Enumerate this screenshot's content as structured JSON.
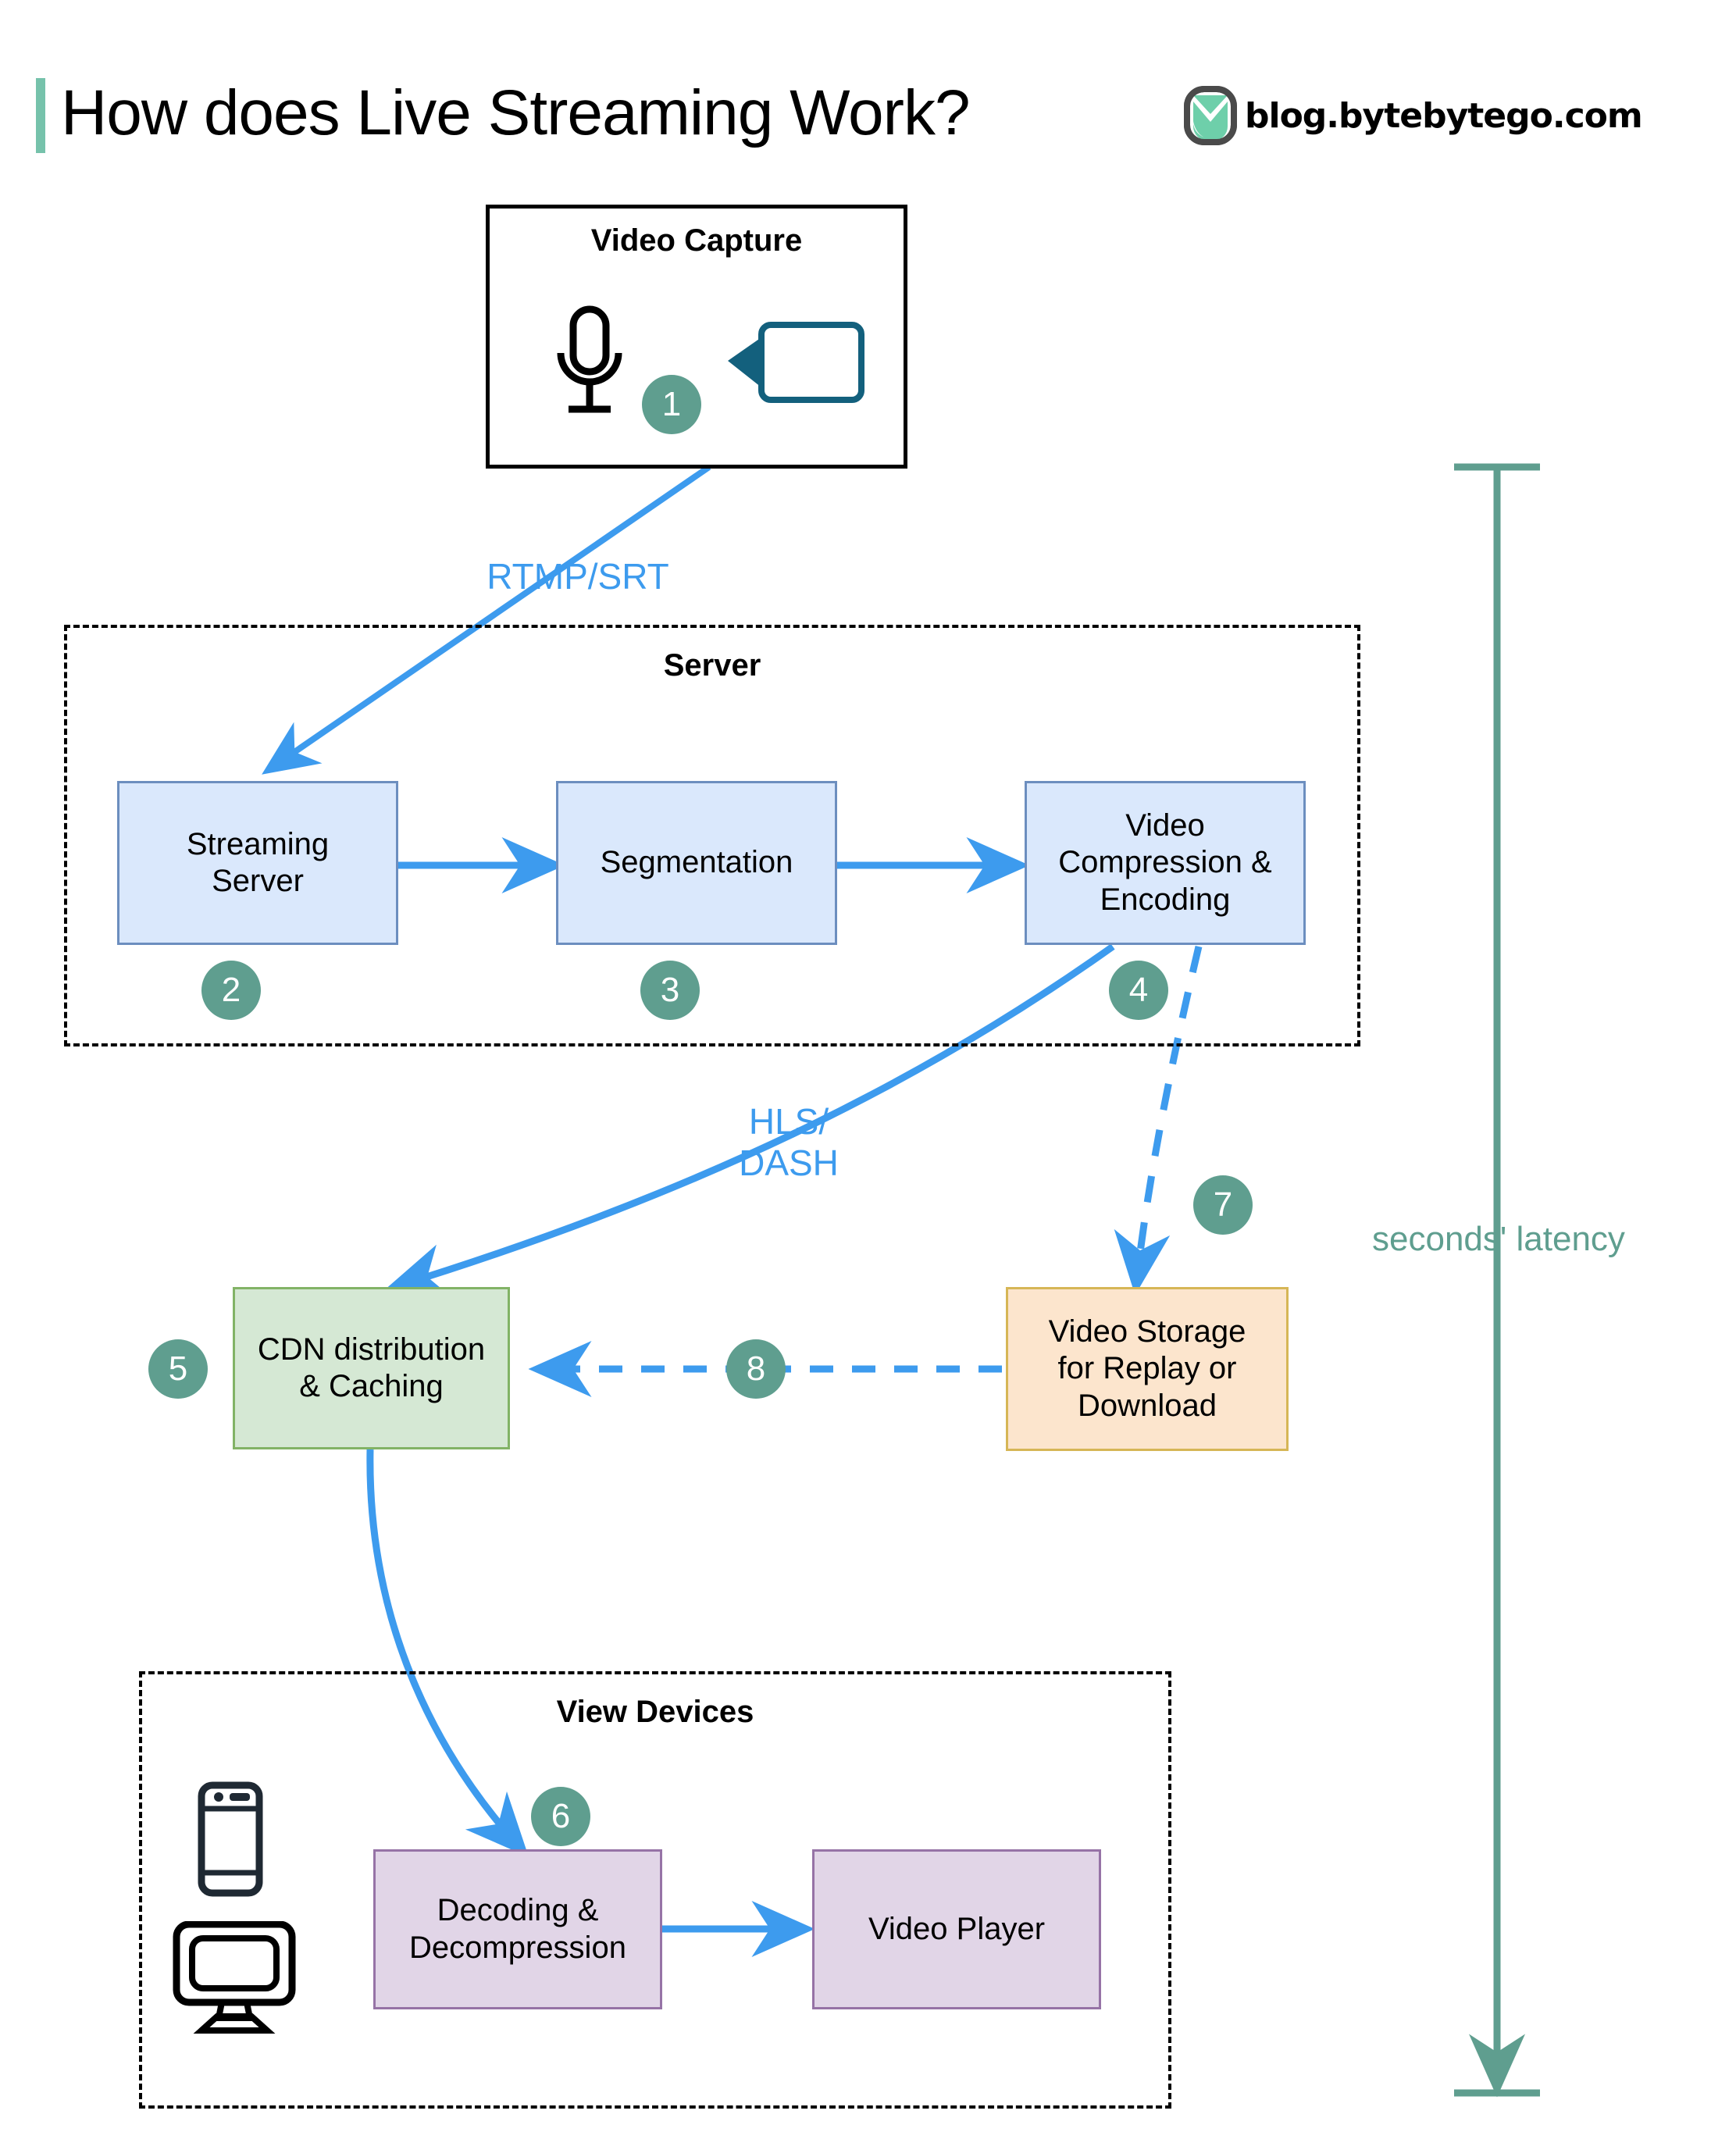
{
  "header": {
    "title": "How does Live Streaming Work?",
    "brand_text": "blog.bytebytego.com",
    "accent_color": "#76c2ab",
    "logo_name": "bytebytego-logo"
  },
  "colors": {
    "badge": "#5f9e8f",
    "flow_arrow": "#3d9bee",
    "latency": "#5f9e8f",
    "blue_fill": "#dae8fc",
    "blue_stroke": "#6c8ebf",
    "green_fill": "#d5e8d4",
    "green_stroke": "#82b366",
    "orange_fill": "#fce5cd",
    "orange_stroke": "#d6b656",
    "purple_fill": "#e1d5e7",
    "purple_stroke": "#9673a6"
  },
  "groups": {
    "capture": {
      "label": "Video Capture"
    },
    "server": {
      "label": "Server"
    },
    "view_devices": {
      "label": "View Devices"
    }
  },
  "nodes": {
    "streaming_server": "Streaming\nServer",
    "segmentation": "Segmentation",
    "video_compression": "Video\nCompression &\nEncoding",
    "cdn": "CDN distribution\n& Caching",
    "video_storage": "Video Storage\nfor Replay or\nDownload",
    "decoding": "Decoding &\nDecompression",
    "video_player": "Video Player"
  },
  "steps": {
    "s1": "1",
    "s2": "2",
    "s3": "3",
    "s4": "4",
    "s5": "5",
    "s6": "6",
    "s7": "7",
    "s8": "8"
  },
  "edges": {
    "rtmp": "RTMP/SRT",
    "hls": "HLS/\nDASH"
  },
  "latency": {
    "label": "seconds' latency"
  },
  "icons": {
    "microphone": "microphone-icon",
    "camcorder": "camcorder-icon",
    "phone": "mobile-phone-icon",
    "monitor": "desktop-monitor-icon"
  }
}
